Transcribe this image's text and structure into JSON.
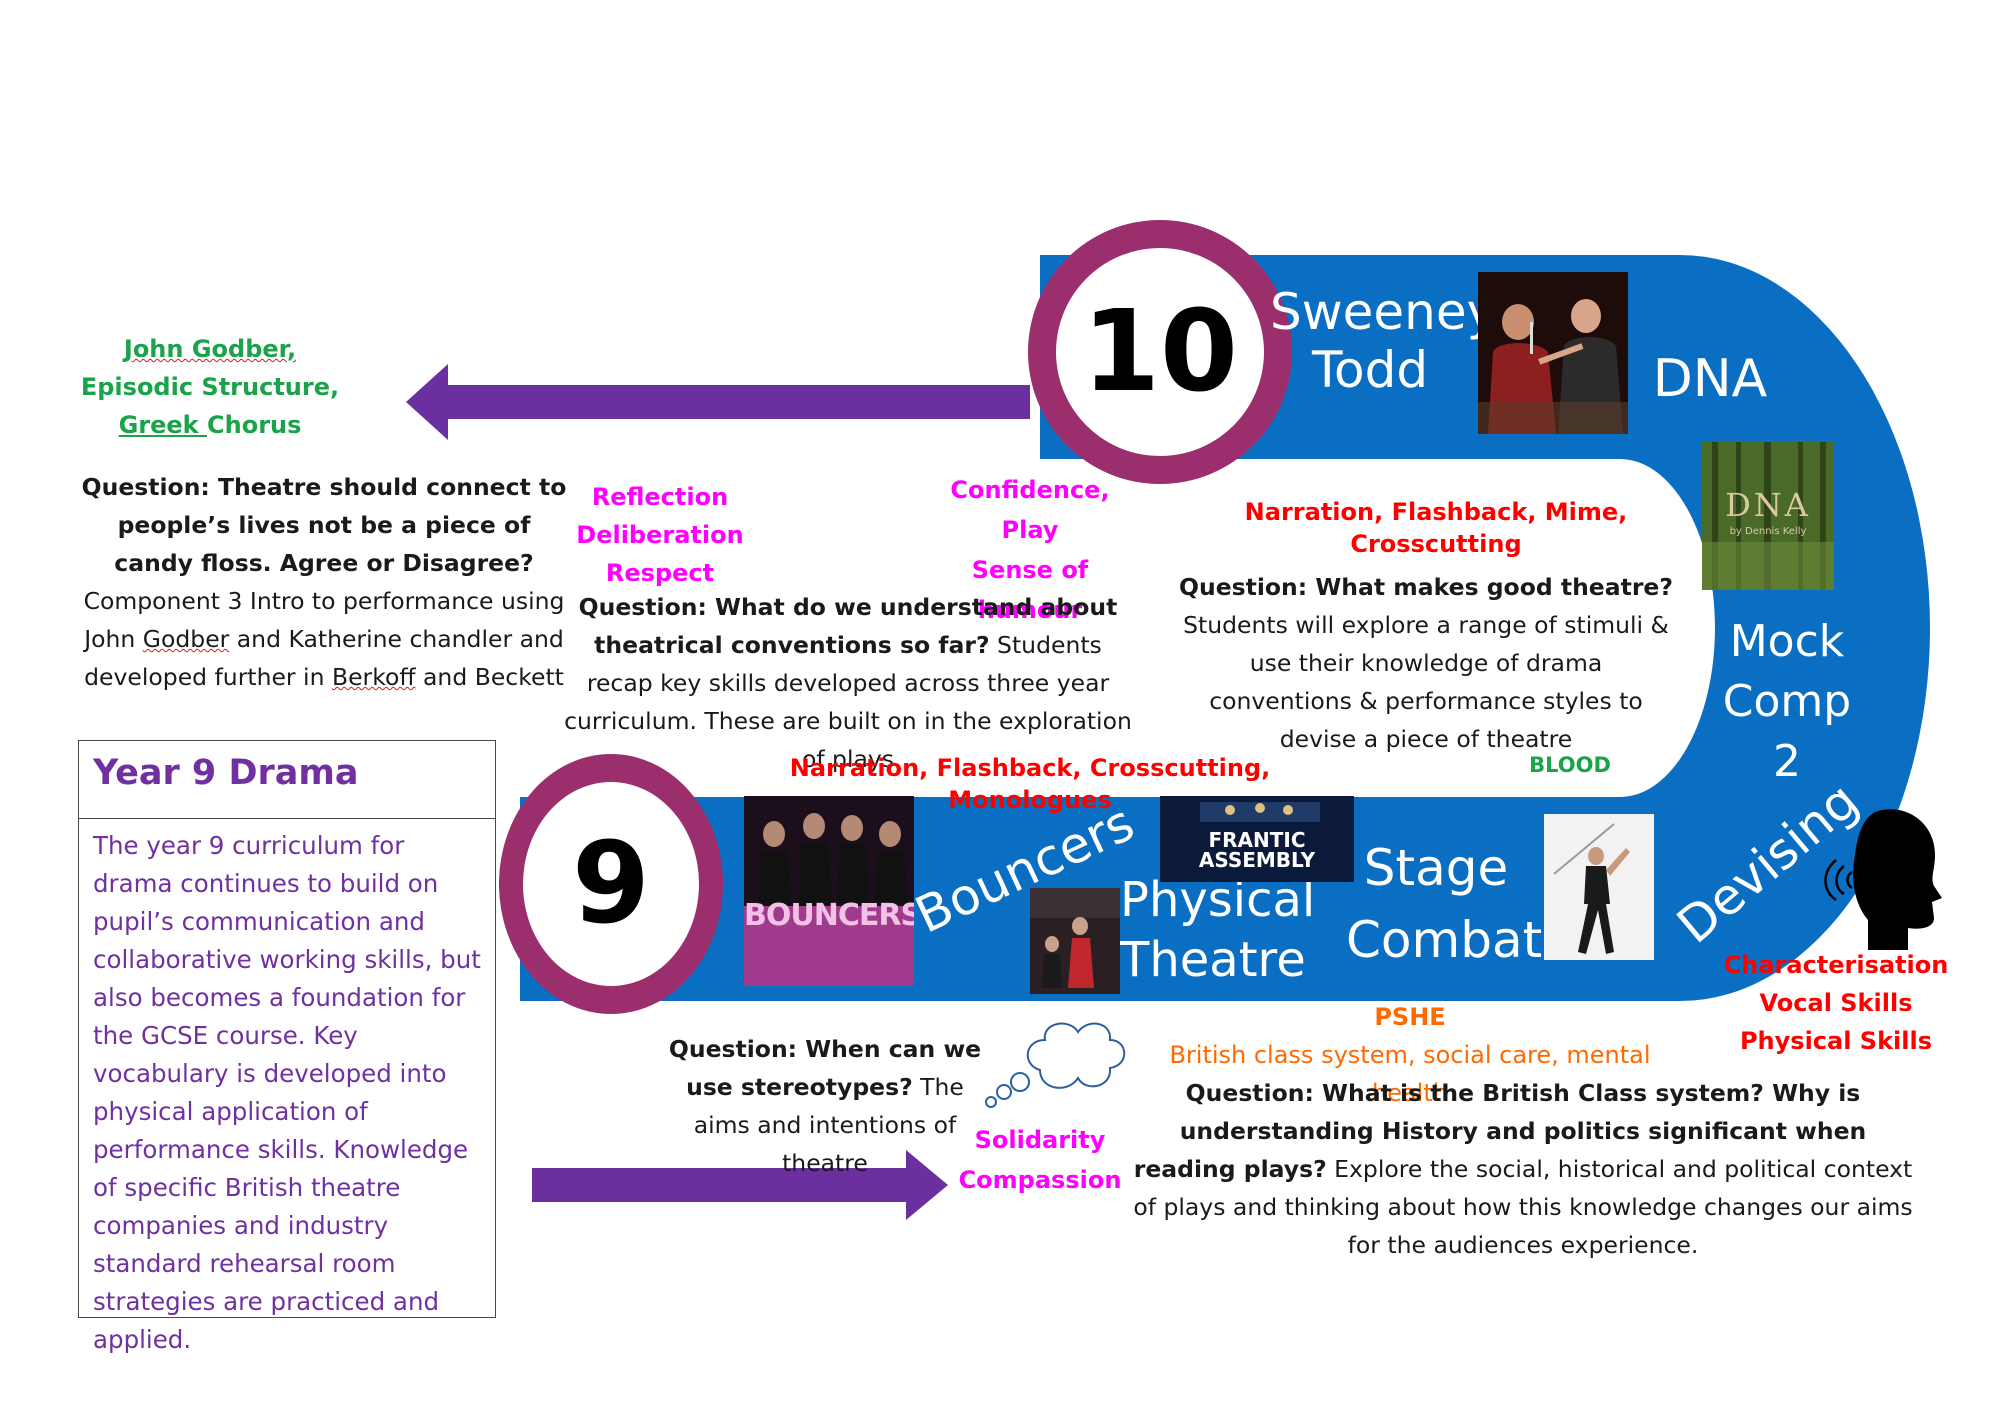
{
  "year10": {
    "number": "10",
    "topics": {
      "sweeney_todd": "Sweeney\nTodd",
      "dna": "DNA",
      "mock_comp": "Mock\nComp 2"
    }
  },
  "year9": {
    "number": "9",
    "topics": {
      "bouncers": "Bouncers",
      "physical_theatre": "Physical\nTheatre",
      "stage_combat": "Stage\nCombat",
      "devising": "Devising"
    }
  },
  "images": {
    "bouncers_poster_text": "BOUNCERS",
    "frantic_assembly_text": "FRANTIC\nASSEMBLY",
    "dna_cover_title": "DNA",
    "dna_cover_author": "by Dennis Kelly"
  },
  "top_left_green": {
    "line1": "John Godber,",
    "line2": "Episodic Structure,",
    "line3_a": "Greek ",
    "line3_b": "Chorus"
  },
  "q_candy": {
    "q": "Question: Theatre should connect to people’s lives not be a piece of candy floss. Agree or Disagree?",
    "body_a": " Component 3 Intro to performance using John ",
    "godber": "Godber",
    "body_b": " and Katherine chandler and developed further in ",
    "berkoff": "Berkoff",
    "body_c": " and Beckett"
  },
  "values_reflection": [
    "Reflection",
    "Deliberation",
    "Respect"
  ],
  "values_confidence": [
    "Confidence,",
    "Play",
    "Sense of humour"
  ],
  "q_conventions": {
    "q": "Question: What do we understand about theatrical conventions so far?",
    "body": " Students recap key skills developed across three year curriculum. These are built on in the exploration of plays"
  },
  "y10_techniques": "Narration, Flashback, Mime, Crosscutting",
  "q_good_theatre": {
    "q": "Question: What makes good theatre?",
    "body": "Students will explore a range of stimuli & use their knowledge of drama conventions & performance styles to devise a piece of theatre"
  },
  "blood": "BLOOD",
  "y9_techniques": "Narration, Flashback, Crosscutting, Monologues",
  "infobox": {
    "title": "Year 9 Drama",
    "body": "The year 9 curriculum for drama continues to build on pupil’s communication and collaborative working skills, but also becomes a foundation for the GCSE course. Key vocabulary is developed into physical application of performance skills. Knowledge of specific British theatre companies and industry standard rehearsal room strategies are practiced and applied."
  },
  "q_stereotypes": {
    "q": "Question: When can we use stereotypes?",
    "body": " The aims and intentions of theatre"
  },
  "values_solidarity": [
    "Solidarity",
    "Compassion"
  ],
  "pshe": {
    "label": "PSHE",
    "topics": "British class system, social care, mental health"
  },
  "q_class": {
    "q": "Question: What is the British Class system? Why is  understanding History and politics significant when reading plays?",
    "body": " Explore the social, historical and political context of plays and thinking about how this knowledge changes our aims for the audiences experience."
  },
  "skills": [
    "Characterisation",
    "Vocal Skills",
    "Physical Skills"
  ],
  "colors": {
    "track": "#0a6fc2",
    "ring": "#9b2f6e",
    "arrow": "#6b2fa0",
    "purple_text": "#7030a0"
  }
}
